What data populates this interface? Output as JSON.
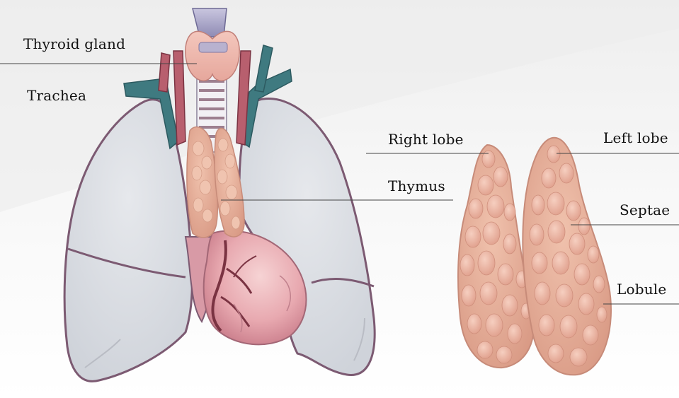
{
  "labels": {
    "thyroid_gland": "Thyroid gland",
    "trachea": "Trachea",
    "right_lobe": "Right lobe",
    "thymus": "Thymus",
    "left_lobe": "Left lobe",
    "septae": "Septae",
    "lobule": "Lobule"
  },
  "colors": {
    "lung_fill": "#dde0e5",
    "lung_outline": "#7c5a72",
    "thymus_tissue": "#e8b59a",
    "heart": "#e7aab0",
    "artery": "#b85f6e",
    "vein": "#3f7a80",
    "leader_line": "#444444"
  }
}
